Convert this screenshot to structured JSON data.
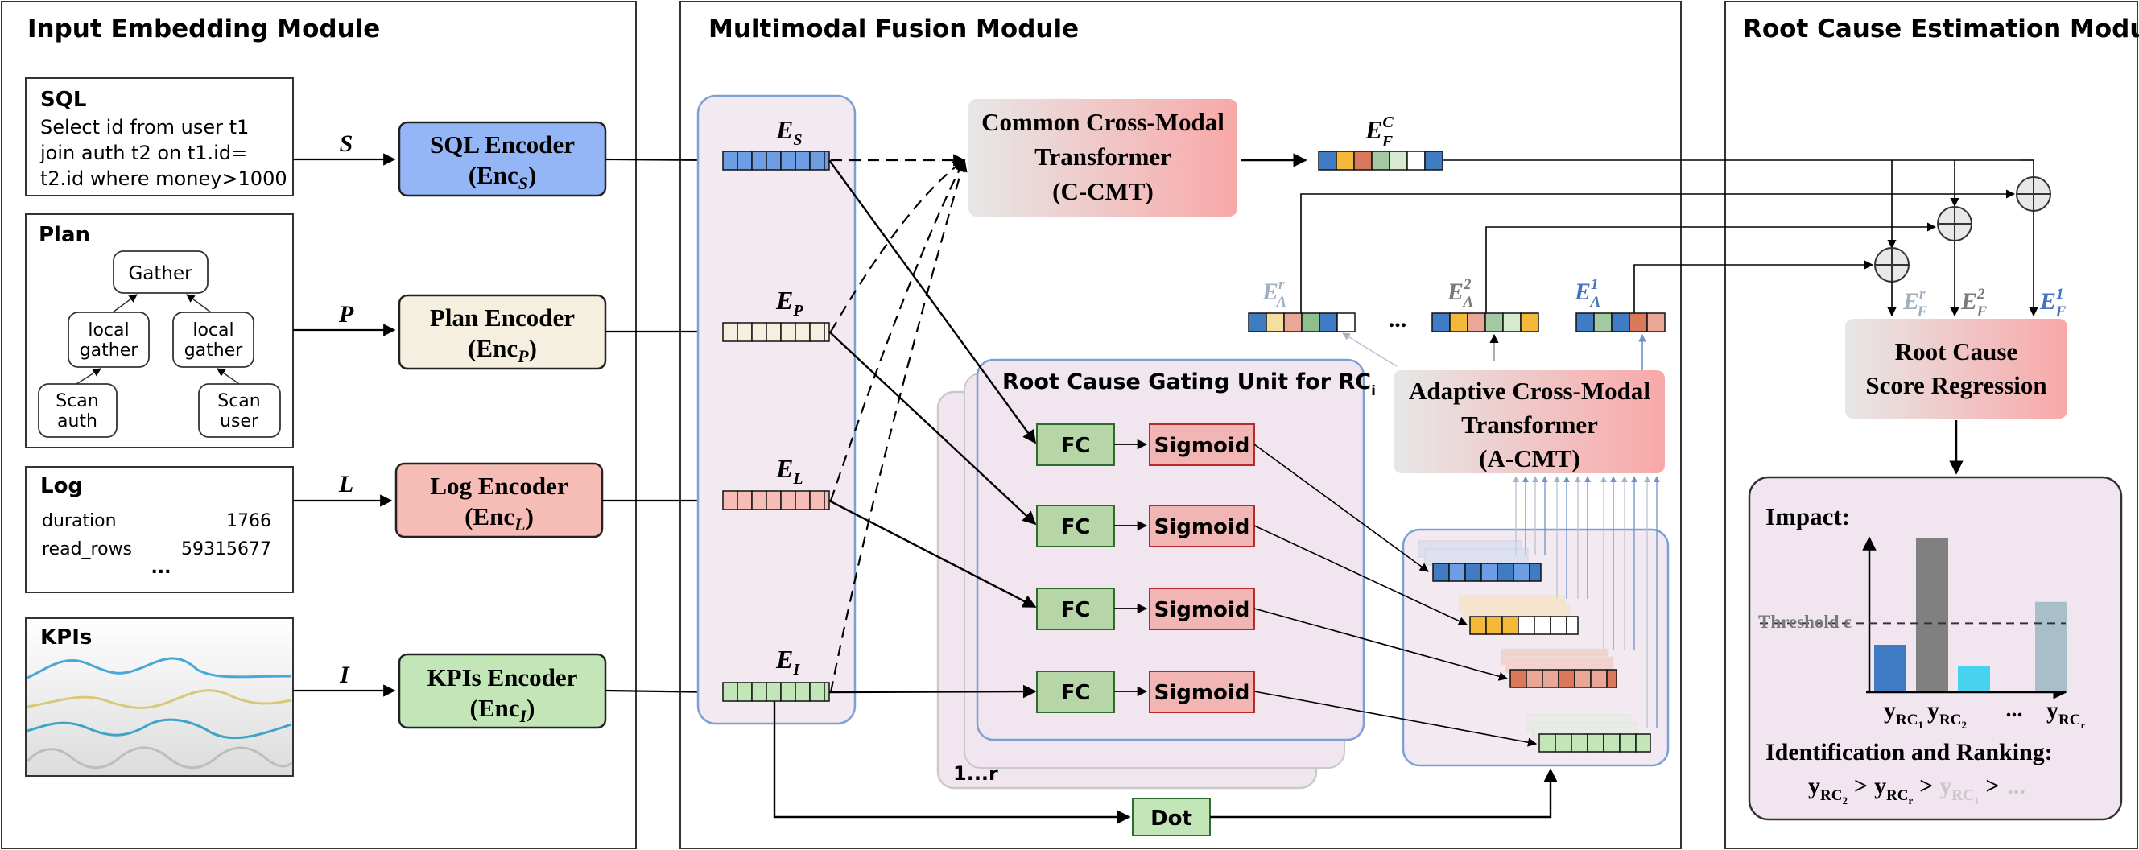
{
  "modules": {
    "input": "Input Embedding Module",
    "fusion": "Multimodal Fusion Module",
    "root_cause": "Root Cause Estimation Module"
  },
  "inputs": {
    "sql": {
      "title": "SQL",
      "lines": [
        "Select id from user t1",
        "join auth t2 on t1.id=",
        "t2.id where money>1000"
      ],
      "symbol": "S"
    },
    "plan": {
      "title": "Plan",
      "nodes": {
        "gather": "Gather",
        "local_gather_left": [
          "local",
          "gather"
        ],
        "local_gather_right": [
          "local",
          "gather"
        ],
        "scan_auth": [
          "Scan",
          "auth"
        ],
        "scan_user": [
          "Scan",
          "user"
        ]
      },
      "symbol": "P"
    },
    "log": {
      "title": "Log",
      "rows": [
        {
          "key": "duration",
          "value": "1766"
        },
        {
          "key": "read_rows",
          "value": "59315677"
        }
      ],
      "ellipsis": "...",
      "symbol": "L"
    },
    "kpis": {
      "title": "KPIs",
      "symbol": "I"
    }
  },
  "encoders": {
    "sql": {
      "line1": "SQL Encoder",
      "main": "(Enc",
      "sub": "S",
      "close": ")"
    },
    "plan": {
      "line1": "Plan Encoder",
      "main": "(Enc",
      "sub": "P",
      "close": ")"
    },
    "log": {
      "line1": "Log Encoder",
      "main": "(Enc",
      "sub": "L",
      "close": ")"
    },
    "kpis": {
      "line1": "KPIs Encoder",
      "main": "(Enc",
      "sub": "I",
      "close": ")"
    }
  },
  "embeddings": {
    "es": {
      "base": "E",
      "sub": "S"
    },
    "ep": {
      "base": "E",
      "sub": "P"
    },
    "el": {
      "base": "E",
      "sub": "L"
    },
    "ei": {
      "base": "E",
      "sub": "I"
    }
  },
  "ccmt": {
    "line1": "Common Cross-Modal",
    "line2": "Transformer",
    "line3": "(C-CMT)"
  },
  "efc": {
    "base": "E",
    "sub": "F",
    "sup": "C"
  },
  "gating": {
    "title": "Root Cause Gating Unit for RC",
    "title_sub": "i",
    "fc": "FC",
    "sigmoid": "Sigmoid",
    "range_label": "1...r"
  },
  "acmt": {
    "line1": "Adaptive Cross-Modal",
    "line2": "Transformer",
    "line3": "(A-CMT)"
  },
  "ea": {
    "r": {
      "base": "E",
      "sub": "A",
      "sup": "r"
    },
    "two": {
      "base": "E",
      "sub": "A",
      "sup": "2"
    },
    "one": {
      "base": "E",
      "sub": "A",
      "sup": "1"
    },
    "dots": "..."
  },
  "ef": {
    "r": {
      "base": "E",
      "sub": "F",
      "sup": "r"
    },
    "two": {
      "base": "E",
      "sub": "F",
      "sup": "2"
    },
    "one": {
      "base": "E",
      "sub": "F",
      "sup": "1"
    }
  },
  "dot": "Dot",
  "regression": {
    "line1": "Root Cause",
    "line2": "Score Regression"
  },
  "impact": {
    "title": "Impact:",
    "threshold": "Threshold ε",
    "x_labels": {
      "y": "y",
      "rc": "RC",
      "one": "1",
      "two": "2",
      "r": "r",
      "dots": "..."
    },
    "ident_title": "Identification and Ranking:",
    "ranking_gt": ">",
    "ranking_tail": "..."
  },
  "chart_data": {
    "type": "bar",
    "categories": [
      "yRC1",
      "yRC2",
      "...",
      "yRCr"
    ],
    "values": [
      0.3,
      1.0,
      0.16,
      0.58
    ],
    "threshold": 0.44,
    "colors": [
      "#3f7cc4",
      "#808080",
      "#49d2f0",
      "#a8bfc9"
    ],
    "title": "Impact:"
  },
  "colors": {
    "sql_encoder": "#94b6f7",
    "plan_encoder": "#f5efe0",
    "log_encoder": "#f5bdb6",
    "kpi_encoder": "#c3e6b9",
    "fc": "#b7d6a7",
    "sigmoid": "#f1b6b4",
    "panel_border": "#6e8fc6"
  }
}
